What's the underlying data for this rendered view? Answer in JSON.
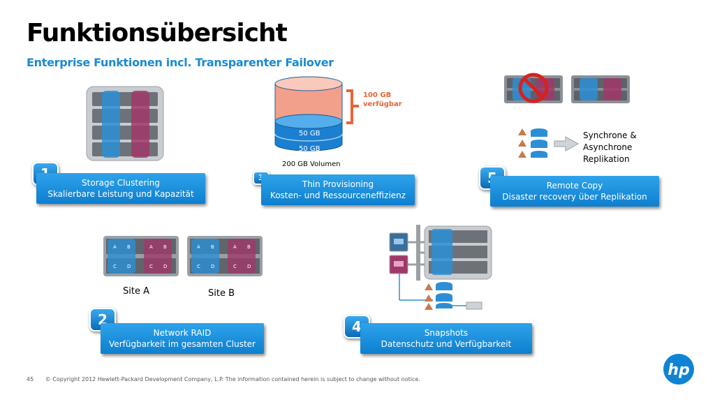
{
  "header": {
    "title": "Funktionsübersicht",
    "subtitle": "Enterprise Funktionen incl. Transparenter Failover"
  },
  "features": [
    {
      "number": "1",
      "title": "Storage Clustering",
      "desc": "Skalierbare Leistung und Kapazität"
    },
    {
      "number": "2",
      "title": "Network RAID",
      "desc": "Verfügbarkeit im gesamten Cluster"
    },
    {
      "number": "3",
      "title": "Thin Provisioning",
      "desc": "Kosten- und Ressourceneffizienz"
    },
    {
      "number": "4",
      "title": "Snapshots",
      "desc": "Datenschutz und Verfügbarkeit"
    },
    {
      "number": "5",
      "title": "Remote Copy",
      "desc": "Disaster recovery über Replikation"
    }
  ],
  "thin_provisioning": {
    "available_l1": "100 GB",
    "available_l2": "verfügbar",
    "slice_1": "50 GB",
    "slice_2": "50 GB",
    "total": "200 GB Volumen"
  },
  "network_raid": {
    "site_a": "Site A",
    "site_b": "Site B",
    "blocks": [
      "A",
      "B",
      "C",
      "D"
    ]
  },
  "remote_copy": {
    "l1": "Synchrone &",
    "l2": "Asynchrone",
    "l3": "Replikation"
  },
  "footer": {
    "page": "45",
    "copyright": "© Copyright 2012 Hewlett-Packard Development Company, L.P. The information contained herein is subject to change without notice."
  },
  "logo": {
    "text": "hp"
  },
  "colors": {
    "accent": "#1a8ad4",
    "banner": "#1991dd",
    "pink": "#a0386a",
    "blue": "#2c8fd6",
    "orange": "#e8643a"
  }
}
